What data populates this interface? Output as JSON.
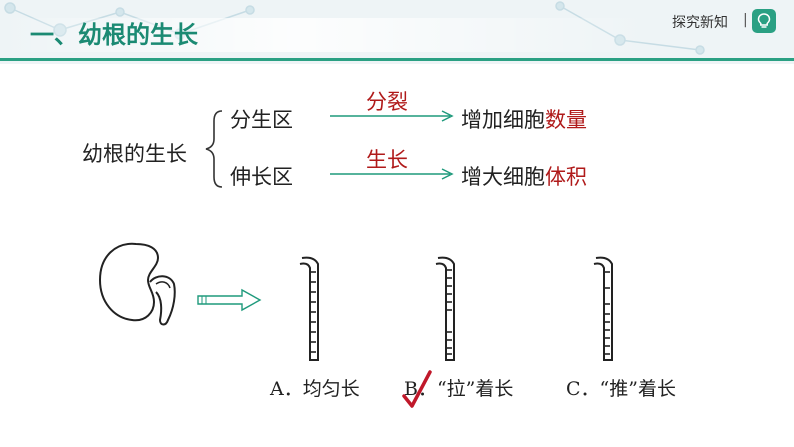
{
  "header": {
    "title": "一、幼根的生长",
    "explore_label": "探究新知",
    "separator": "|",
    "bulb_icon": "lightbulb-icon",
    "accent_color": "#2aa083"
  },
  "diagram": {
    "root_label": "幼根的生长",
    "branches": [
      {
        "zone": "分生区",
        "process": "分裂",
        "result_prefix": "增加细胞",
        "result_highlight": "数量"
      },
      {
        "zone": "伸长区",
        "process": "生长",
        "result_prefix": "增大细胞",
        "result_highlight": "体积"
      }
    ],
    "highlight_color": "#b01a1a"
  },
  "options": [
    {
      "label": "A．均匀长"
    },
    {
      "label": "B．“拉”着长",
      "checked": true
    },
    {
      "label": "C．“推”着长"
    }
  ],
  "icons": {
    "seed": "bean-seed-icon",
    "arrow": "hollow-arrow-icon",
    "check": "check-mark-icon"
  }
}
